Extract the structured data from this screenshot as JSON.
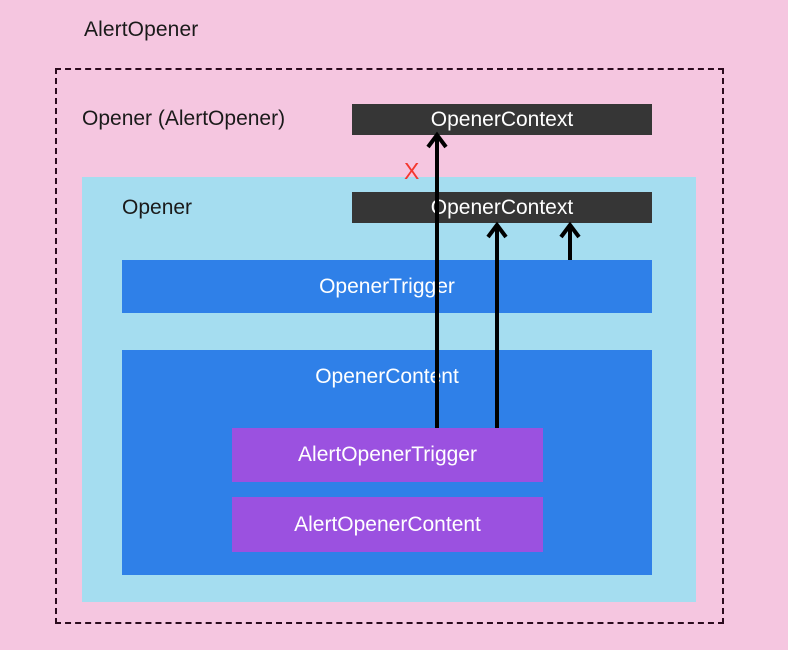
{
  "diagram": {
    "title": "AlertOpener",
    "background_color": "#f5c6e0",
    "boundary": {
      "name": "AlertOpener boundary",
      "style": "dashed",
      "color": "#2b0b1e"
    },
    "labels": {
      "opener_alert": "Opener (AlertOpener)",
      "opener": "Opener"
    },
    "context_bars": [
      {
        "label": "OpenerContext",
        "color": "#363636",
        "scope": "outer"
      },
      {
        "label": "OpenerContext",
        "color": "#363636",
        "scope": "inner"
      }
    ],
    "panels": {
      "opener_panel_color": "#a5ddf0",
      "opener_trigger": {
        "label": "OpenerTrigger",
        "color": "#2f80e8"
      },
      "opener_content": {
        "label": "OpenerContent",
        "color": "#2f80e8"
      },
      "alert_opener_trigger": {
        "label": "AlertOpenerTrigger",
        "color": "#9b51e0"
      },
      "alert_opener_content": {
        "label": "AlertOpenerContent",
        "color": "#9b51e0"
      }
    },
    "markers": {
      "blocked": "X",
      "blocked_color": "#f4372f"
    },
    "arrows": [
      {
        "name": "alert-trigger-to-outer-context",
        "from": "AlertOpenerTrigger",
        "to": "OpenerContext (outer)",
        "blocked": true
      },
      {
        "name": "alert-trigger-to-inner-context",
        "from": "AlertOpenerTrigger",
        "to": "OpenerContext (inner)",
        "blocked": false
      },
      {
        "name": "opener-trigger-to-inner-context",
        "from": "OpenerTrigger",
        "to": "OpenerContext (inner)",
        "blocked": false
      }
    ]
  }
}
